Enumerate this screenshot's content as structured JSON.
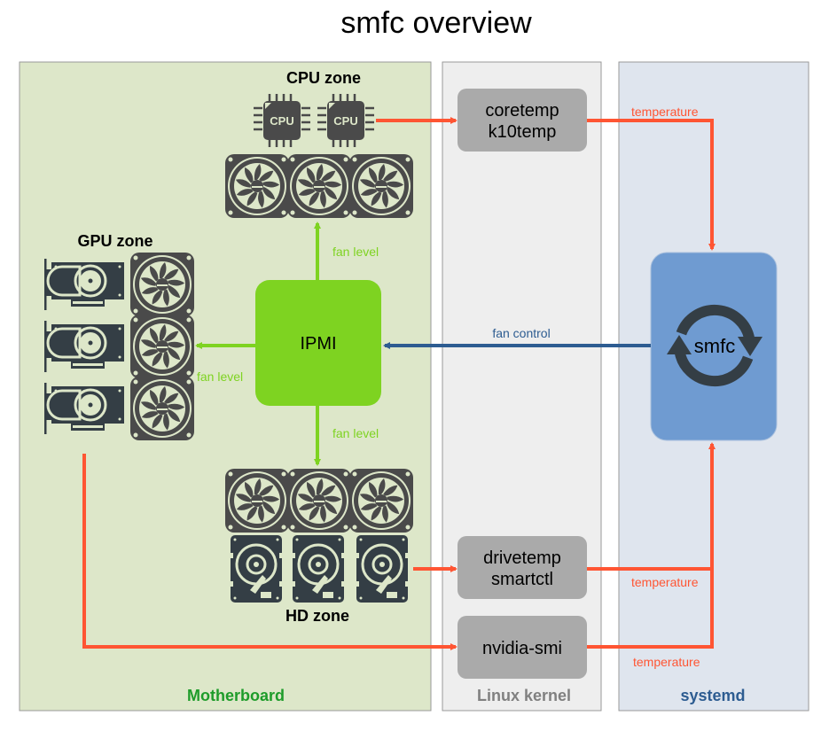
{
  "title": "smfc overview",
  "panels": {
    "motherboard": "Motherboard",
    "linux_kernel": "Linux kernel",
    "systemd": "systemd"
  },
  "zones": {
    "cpu": "CPU zone",
    "gpu": "GPU zone",
    "hd": "HD zone"
  },
  "chip_label": "CPU",
  "ipmi": "IPMI",
  "smfc": "smfc",
  "kernel_boxes": {
    "cpu_temp": [
      "coretemp",
      "k10temp"
    ],
    "drive_temp": [
      "drivetemp",
      "smartctl"
    ],
    "gpu_temp": "nvidia-smi"
  },
  "edge_labels": {
    "fan_level": "fan level",
    "fan_control": "fan control",
    "temperature": "temperature"
  },
  "colors": {
    "temperature_arrow": "#ff5533",
    "fan_level_arrow": "#7ed321",
    "fan_control_arrow": "#2d5c91",
    "ipmi_box": "#7ed321",
    "smfc_box": "#6f9bd1",
    "kernel_box": "#aaaaaa",
    "motherboard_bg": "#dde7c9",
    "kernel_bg": "#eeeeee",
    "systemd_bg": "#dfe5ee",
    "motherboard_label": "#1e9c2a",
    "kernel_label": "#808080",
    "systemd_label": "#2d5c91",
    "icon": "#4a4a4a"
  }
}
